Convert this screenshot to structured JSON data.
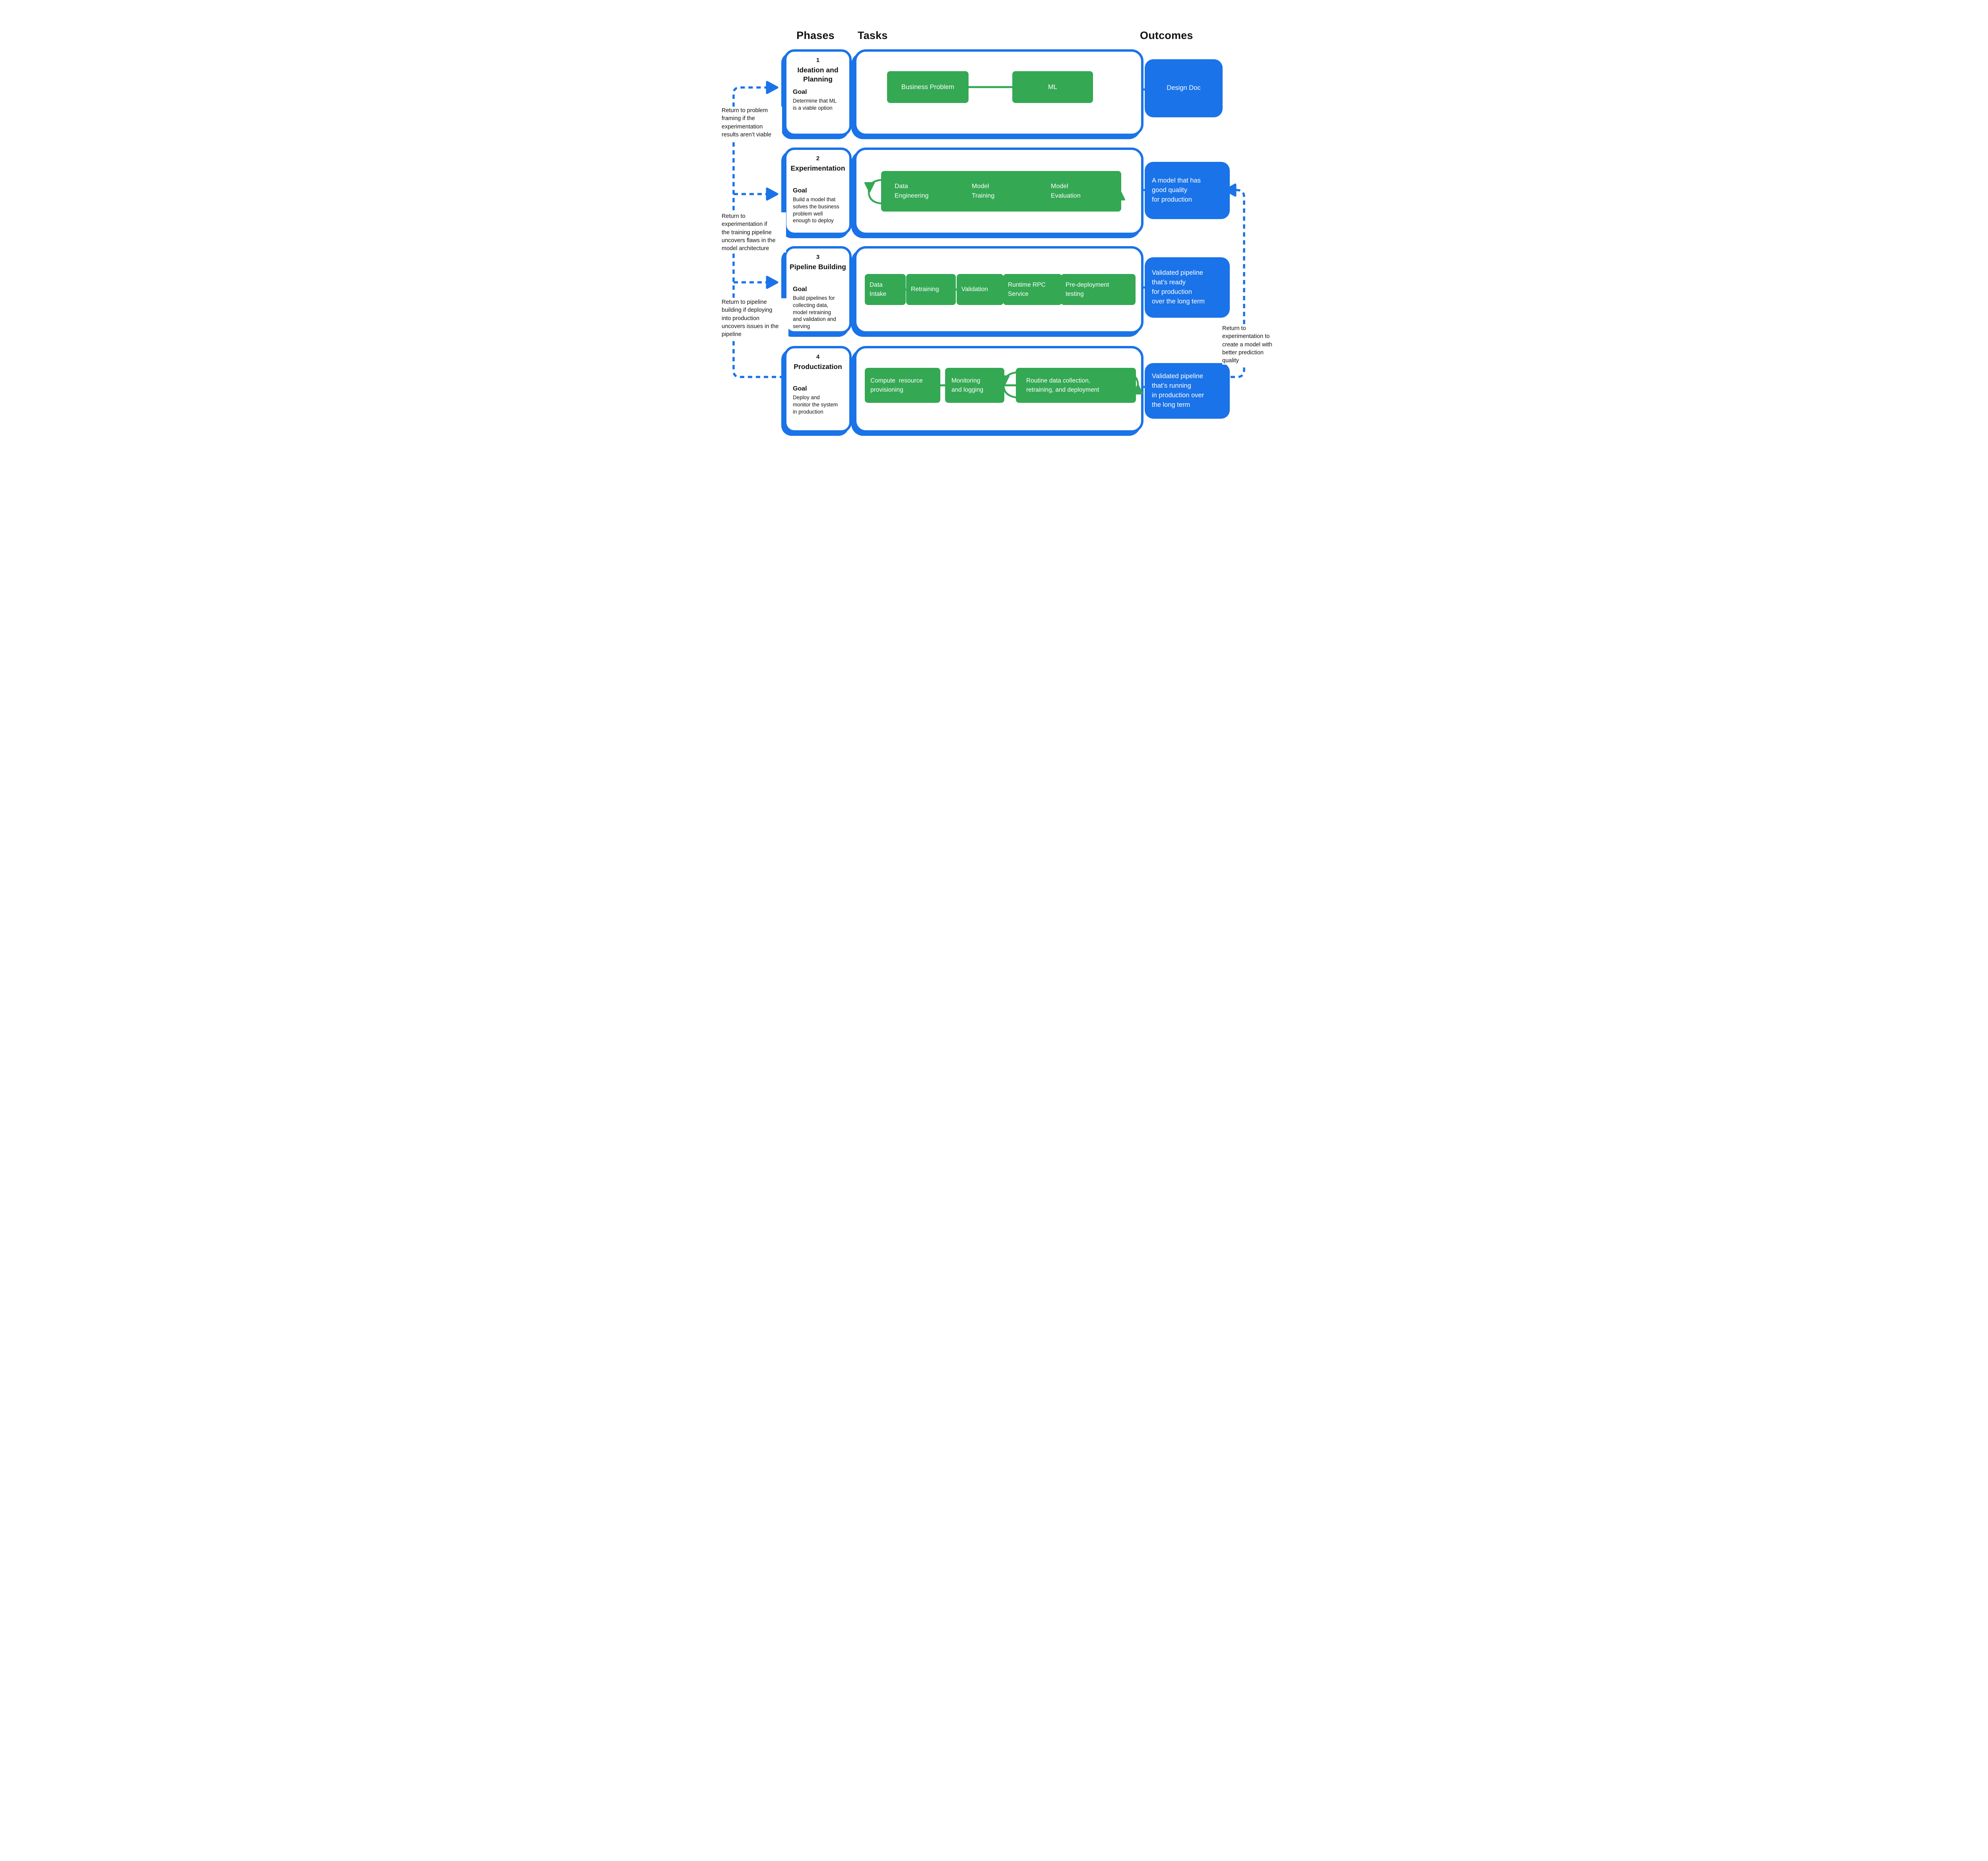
{
  "colors": {
    "blue": "#1A73E8",
    "green": "#34A853",
    "text": "#111111"
  },
  "headers": {
    "phases": "Phases",
    "tasks": "Tasks",
    "outcomes": "Outcomes"
  },
  "rows": [
    {
      "number": "1",
      "title": "Ideation and\nPlanning",
      "goal_label": "Goal",
      "goal": "Determine that ML\nis a viable option",
      "tasks": [
        {
          "label": "Business Problem"
        },
        {
          "label": "ML"
        }
      ],
      "outcome": "Design Doc"
    },
    {
      "number": "2",
      "title": "Experimentation",
      "goal_label": "Goal",
      "goal": "Build a model that\nsolves the business\nproblem well\nenough to deploy",
      "tasks": [
        {
          "label": "Data\nEngineering"
        },
        {
          "label": "Model\nTraining"
        },
        {
          "label": "Model\nEvaluation"
        }
      ],
      "outcome": "A model that has\ngood quality\nfor production"
    },
    {
      "number": "3",
      "title": "Pipeline Building",
      "goal_label": "Goal",
      "goal": "Build pipelines for\ncollecting data,\nmodel retraining\nand validation and\nserving",
      "tasks": [
        {
          "label": "Data\nIntake"
        },
        {
          "label": "Retraining"
        },
        {
          "label": "Validation"
        },
        {
          "label": "Runtime RPC\nService"
        },
        {
          "label": "Pre-deployment\ntesting"
        }
      ],
      "outcome": "Validated pipeline\nthat’s ready\nfor production\nover the long term"
    },
    {
      "number": "4",
      "title": "Productization",
      "goal_label": "Goal",
      "goal": "Deploy and\nmonitor the system\nin production",
      "tasks": [
        {
          "label": "Compute  resource\nprovisioning"
        },
        {
          "label": "Monitoring\nand logging"
        },
        {
          "label": "Routine data collection,\nretraining, and deployment"
        }
      ],
      "outcome": "Validated pipeline\nthat’s running\nin production over\nthe long term"
    }
  ],
  "annotations": {
    "left": [
      {
        "text": "Return to problem\nframing if the\nexperimentation\nresults aren’t viable"
      },
      {
        "text": "Return to\nexperimentation if\nthe training pipeline\nuncovers flaws in the\nmodel architecture"
      },
      {
        "text": "Return to pipeline\nbuilding if deploying\ninto production\nuncovers issues in the\npipeline"
      }
    ],
    "right": {
      "text": "Return to\nexperimentation to\ncreate a model with\nbetter prediction\nquality"
    }
  }
}
